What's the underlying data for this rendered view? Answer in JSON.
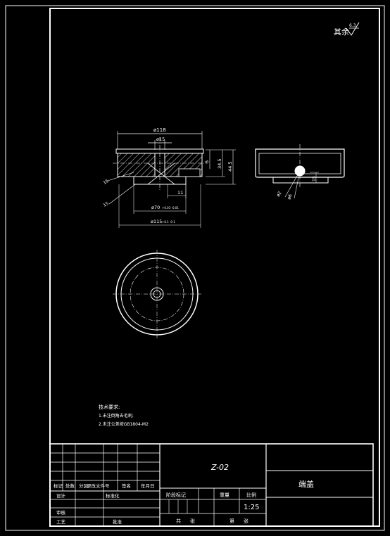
{
  "drawing": {
    "roughness_note": "其余",
    "roughness_value": "6.3",
    "tech_requirements": {
      "title": "技术要求:",
      "items": [
        "1.未注倒角去毛刺;",
        "2.未注公差按GB1804-M2"
      ]
    },
    "dimensions": {
      "overall_diameter": "ø118",
      "bore_diameter": "ø15",
      "height_5": "5",
      "height_345": "34.5",
      "height_445": "44.5",
      "chamfer_1": "15",
      "chamfer_2": "15",
      "width_11": "11",
      "diam_70": "ø70",
      "diam_70_tol": "+0.03 -0.01",
      "diam_115": "ø115",
      "diam_115_tol": "+0.1 -0.1",
      "side_a": "ø2",
      "side_b": "ø6",
      "side_c": "15"
    },
    "title_block": {
      "part_name": "Z-02",
      "drawing_title": "端盖",
      "scale_label": "比例",
      "scale_value": "1:25",
      "sheet_labels": [
        "共",
        "张",
        "第",
        "张"
      ],
      "header_cells": [
        "标记",
        "处数",
        "分区",
        "更改文件号",
        "签名",
        "年月日"
      ],
      "role_labels": [
        "设计",
        "审核",
        "工艺",
        "标准化",
        "批准"
      ],
      "stage_labels": [
        "阶段标记",
        "重量",
        "比例"
      ]
    }
  }
}
